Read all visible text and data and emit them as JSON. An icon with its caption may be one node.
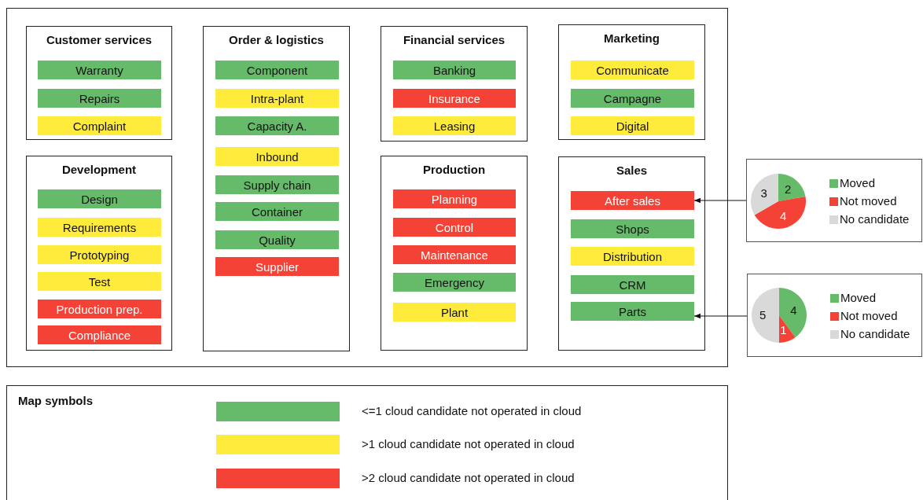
{
  "diagram": {
    "nodes": [
      {
        "text": [
          "Customer services"
        ]
      },
      {
        "text": [
          "Warranty"
        ],
        "in": 0
      },
      {
        "text": [
          "Repairs"
        ],
        "in": 0
      },
      {
        "text": [
          "Complaint"
        ],
        "in": 0
      },
      {
        "text": [
          "Order & logistics"
        ]
      },
      {
        "text": [
          "Component"
        ],
        "in": 4
      },
      {
        "text": [
          "Intra-plant"
        ],
        "in": 4
      },
      {
        "text": [
          "Capacity A."
        ],
        "in": 4
      },
      {
        "text": [
          "Inbound"
        ],
        "in": 4
      },
      {
        "text": [
          "Supply chain"
        ],
        "in": 4
      },
      {
        "text": [
          "Container"
        ],
        "in": 4
      },
      {
        "text": [
          "Quality"
        ],
        "in": 4
      },
      {
        "text": [
          "Supplier"
        ],
        "in": 4
      },
      {
        "text": [
          "Financial services"
        ]
      },
      {
        "text": [
          "Banking"
        ],
        "in": 13
      },
      {
        "text": [
          "Insurance"
        ],
        "in": 13
      },
      {
        "text": [
          "Leasing"
        ],
        "in": 13
      },
      {
        "text": [
          "Marketing"
        ]
      },
      {
        "text": [
          "Communicate"
        ],
        "in": 17
      },
      {
        "text": [
          "Campagne"
        ],
        "in": 17
      },
      {
        "text": [
          "Digital"
        ],
        "in": 17
      },
      {
        "text": [
          "Development"
        ]
      },
      {
        "text": [
          "Design"
        ],
        "in": 21
      },
      {
        "text": [
          "Requirements"
        ],
        "in": 21
      },
      {
        "text": [
          "Prototyping"
        ],
        "in": 21
      },
      {
        "text": [
          "Test"
        ],
        "in": 21
      },
      {
        "text": [
          "Production prep."
        ],
        "in": 21
      },
      {
        "text": [
          "Compliance"
        ],
        "in": 21
      },
      {
        "text": [
          "Production"
        ]
      },
      {
        "text": [
          "Planning"
        ],
        "in": 28
      },
      {
        "text": [
          "Control"
        ],
        "in": 28
      },
      {
        "text": [
          "Maintenance"
        ],
        "in": 28
      },
      {
        "text": [
          "Emergency"
        ],
        "in": 28
      },
      {
        "text": [
          "Plant"
        ],
        "in": 28
      },
      {
        "text": [
          "Sales"
        ]
      },
      {
        "text": [
          "After sales"
        ],
        "in": 34
      },
      {
        "text": [
          "Shops"
        ],
        "in": 34
      },
      {
        "text": [
          "Distribution"
        ],
        "in": 34
      },
      {
        "text": [
          "CRM"
        ],
        "in": 34
      },
      {
        "text": [
          "Parts"
        ],
        "in": 34
      },
      {
        "text": [],
        "shape": "box"
      },
      {
        "text": [],
        "shape": "box"
      }
    ],
    "edges": [
      {
        "from": 40,
        "to": 35,
        "arrow": "to"
      },
      {
        "from": 41,
        "to": 39,
        "arrow": "to"
      }
    ],
    "labels": [
      "3",
      "2",
      "4",
      "5",
      "4",
      "1",
      "Map symbols"
    ],
    "legend": [
      {
        "text": "<=1 cloud candidate not operated in cloud",
        "color": "#66bb6a"
      },
      {
        "text": ">1 cloud candidate not operated in cloud",
        "color": "#ffeb3b"
      },
      {
        "text": ">2 cloud candidate not operated in cloud",
        "color": "#f44336"
      },
      {
        "text": "Moved",
        "color": "#66bb6a"
      },
      {
        "text": "Not moved",
        "color": "#f44336"
      },
      {
        "text": "No candidate",
        "color": "#d9d9d9"
      },
      {
        "text": "Moved",
        "color": "#66bb6a"
      },
      {
        "text": "Not moved",
        "color": "#f44336"
      },
      {
        "text": "No candidate",
        "color": "#d9d9d9"
      }
    ]
  }
}
